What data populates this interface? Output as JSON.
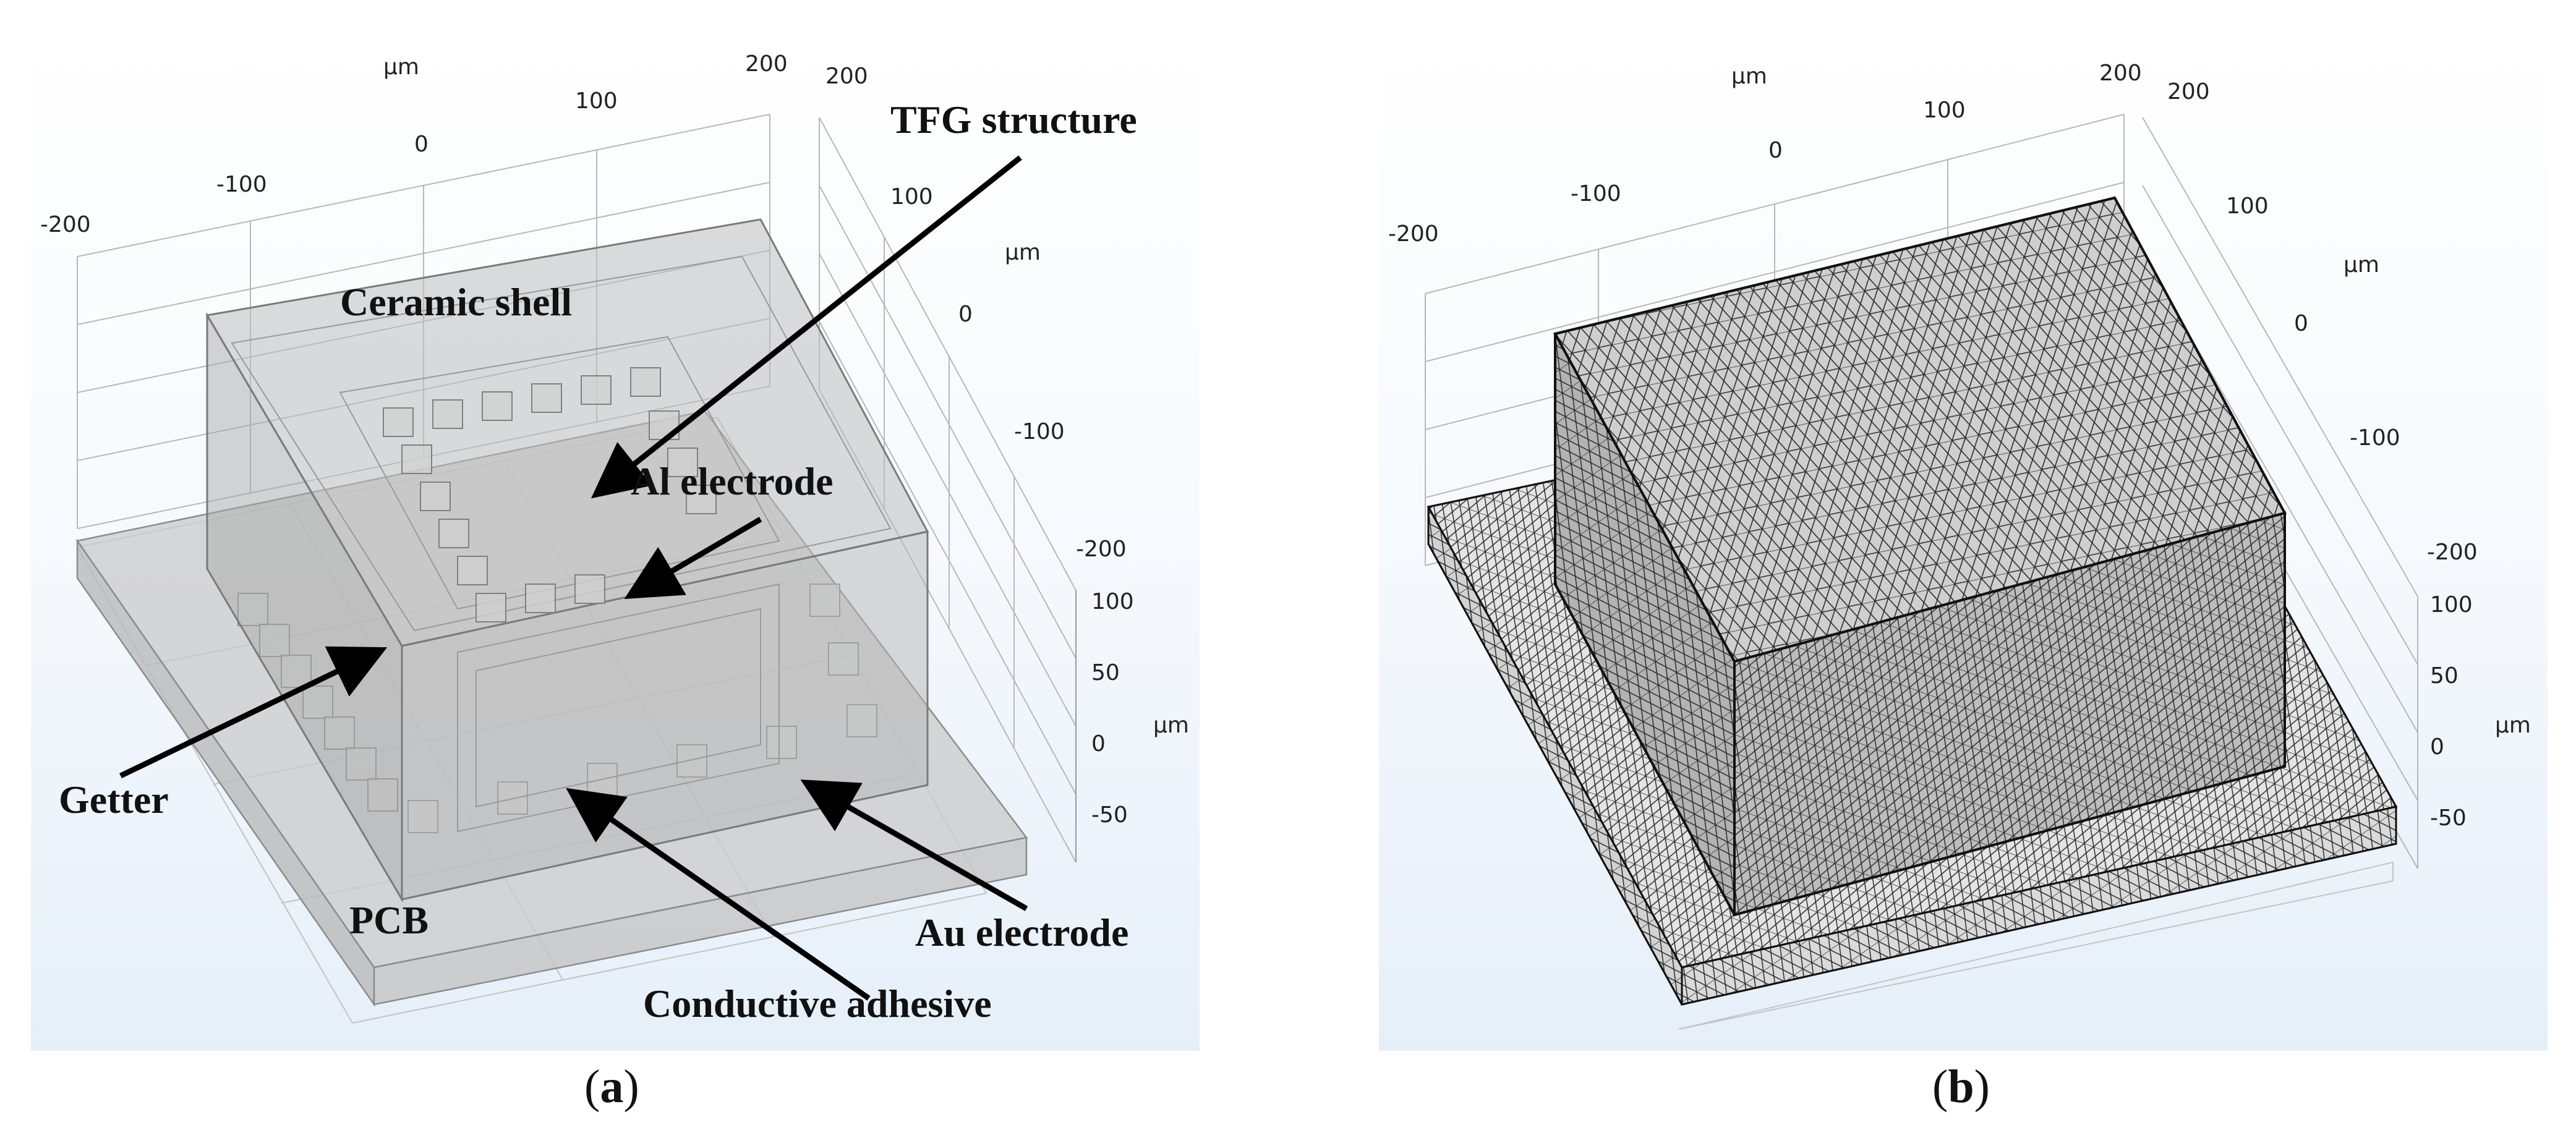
{
  "figure": {
    "panel_a": {
      "caption_label": "a",
      "unit": "μm",
      "x_ticks": [
        "-200",
        "-100",
        "0",
        "100",
        "200"
      ],
      "y_ticks": [
        "200",
        "100",
        "0",
        "-100",
        "-200"
      ],
      "z_ticks": [
        "100",
        "50",
        "0",
        "-50"
      ],
      "annotations": {
        "tfg_structure": "TFG structure",
        "ceramic_shell": "Ceramic shell",
        "al_electrode": "Al electrode",
        "getter": "Getter",
        "pcb": "PCB",
        "au_electrode": "Au electrode",
        "conductive_adhesive": "Conductive adhesive"
      }
    },
    "panel_b": {
      "caption_label": "b",
      "unit": "μm",
      "x_ticks": [
        "-200",
        "-100",
        "0",
        "100",
        "200"
      ],
      "y_ticks": [
        "200",
        "100",
        "0",
        "-100",
        "-200"
      ],
      "z_ticks": [
        "100",
        "50",
        "0",
        "-50"
      ]
    }
  }
}
